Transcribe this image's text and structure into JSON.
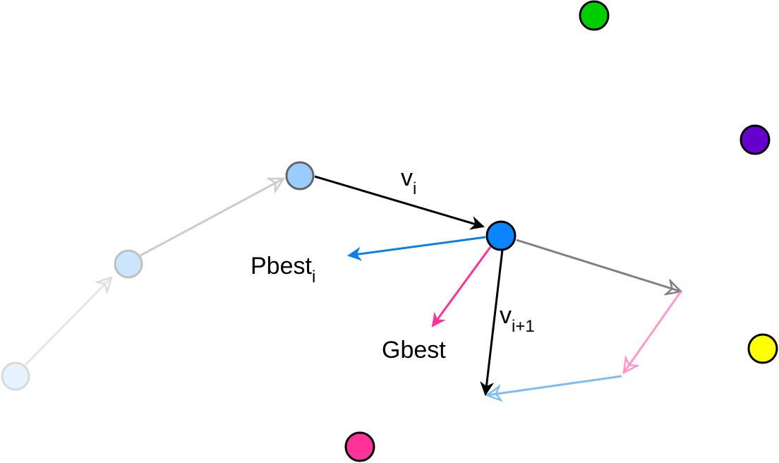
{
  "labels": {
    "v_i_base": "v",
    "v_i_sub": "i",
    "v_next_base": "v",
    "v_next_sub": "i+1",
    "pbest_base": "Pbest",
    "pbest_sub": "i",
    "gbest": "Gbest"
  },
  "colors": {
    "particle_current": "#0a84ff",
    "particle_trail_1": "#99ccff",
    "particle_trail_2": "#cce5ff",
    "particle_trail_3": "#e6f2ff",
    "pbest_arrow": "#0a7fe6",
    "gbest_arrow": "#ff3399",
    "inertia_arrow": "#808080",
    "green_dot": "#00cc00",
    "purple_dot": "#6600cc",
    "yellow_dot": "#ffff00",
    "pink_dot": "#ff3399"
  }
}
